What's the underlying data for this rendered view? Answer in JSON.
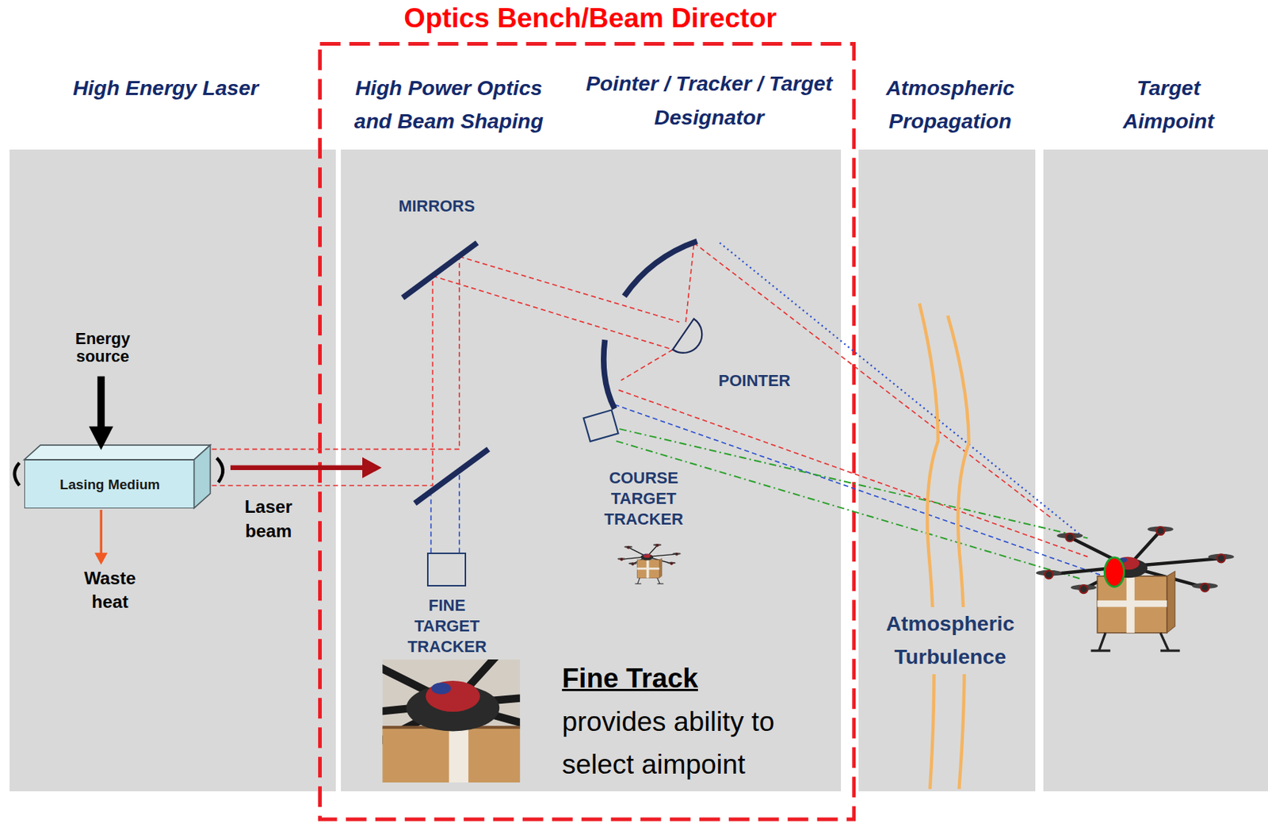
{
  "diagram": {
    "nodes": [
      {
        "text": [
          "High Energy Laser"
        ]
      },
      {
        "text": [
          "Optics Bench/Beam Director"
        ]
      },
      {
        "text": [
          "High Power Optics and Beam Shaping"
        ],
        "in": 1
      },
      {
        "text": [
          "Pointer / Tracker / Target Designator"
        ],
        "in": 1
      },
      {
        "text": [
          "Atmospheric Propagation"
        ]
      },
      {
        "text": [
          "Target Aimpoint"
        ]
      },
      {
        "text": [
          "Lasing Medium"
        ],
        "in": 0
      },
      {
        "text": [
          "FINE TARGET TRACKER"
        ],
        "in": 2
      },
      {
        "text": [
          "COURSE TARGET TRACKER"
        ],
        "in": 3
      }
    ],
    "labels": [
      "Energy source",
      "Waste heat",
      "Laser beam",
      "MIRRORS",
      "POINTER",
      "Fine Track",
      "provides ability to select aimpoint",
      "Atmospheric Turbulence"
    ]
  }
}
